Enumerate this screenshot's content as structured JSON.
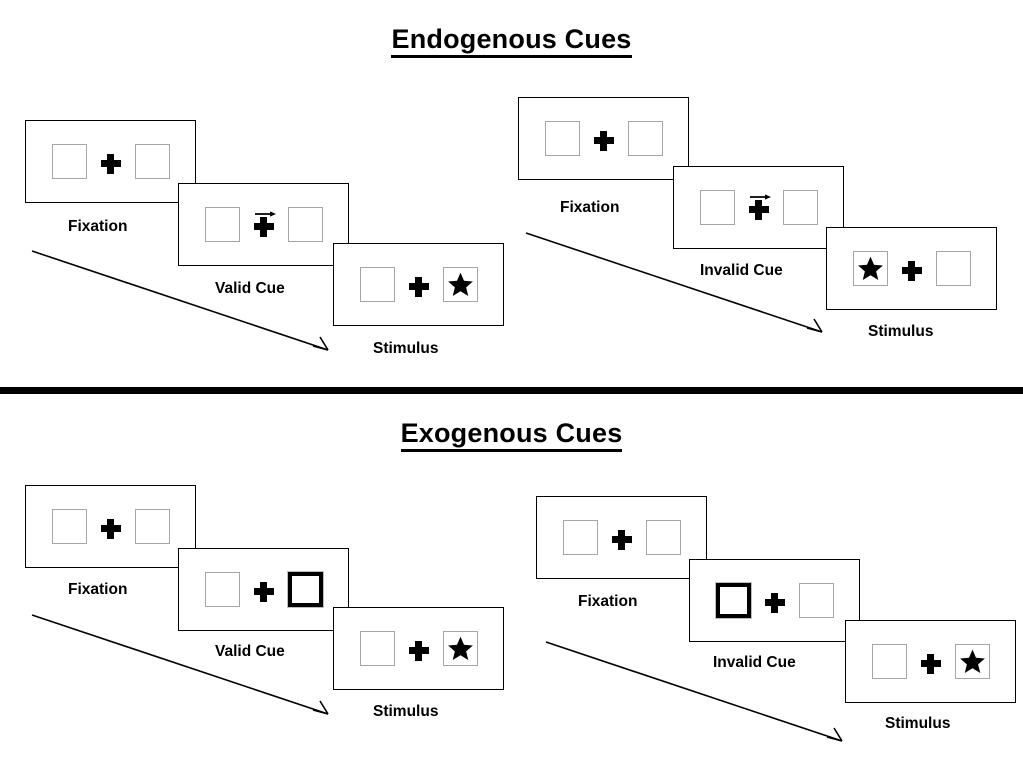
{
  "sections": [
    {
      "id": "endogenous",
      "title": "Endogenous Cues",
      "groups": [
        {
          "id": "endogenous-valid",
          "steps": [
            {
              "id": "fixation",
              "label": "Fixation",
              "left_content": "empty",
              "right_content": "empty",
              "cue": "none",
              "arrow": false
            },
            {
              "id": "cue",
              "label": "Valid Cue",
              "left_content": "empty",
              "right_content": "empty",
              "cue": "none",
              "arrow": true
            },
            {
              "id": "stimulus",
              "label": "Stimulus",
              "left_content": "empty",
              "right_content": "star",
              "cue": "none",
              "arrow": false
            }
          ]
        },
        {
          "id": "endogenous-invalid",
          "steps": [
            {
              "id": "fixation",
              "label": "Fixation",
              "left_content": "empty",
              "right_content": "empty",
              "cue": "none",
              "arrow": false
            },
            {
              "id": "cue",
              "label": "Invalid Cue",
              "left_content": "empty",
              "right_content": "empty",
              "cue": "none",
              "arrow": true
            },
            {
              "id": "stimulus",
              "label": "Stimulus",
              "left_content": "star",
              "right_content": "empty",
              "cue": "none",
              "arrow": false
            }
          ]
        }
      ]
    },
    {
      "id": "exogenous",
      "title": "Exogenous Cues",
      "groups": [
        {
          "id": "exogenous-valid",
          "steps": [
            {
              "id": "fixation",
              "label": "Fixation",
              "left_content": "empty",
              "right_content": "empty",
              "cue": "none",
              "arrow": false
            },
            {
              "id": "cue",
              "label": "Valid Cue",
              "left_content": "empty",
              "right_content": "empty",
              "cue": "right",
              "arrow": false
            },
            {
              "id": "stimulus",
              "label": "Stimulus",
              "left_content": "empty",
              "right_content": "star",
              "cue": "none",
              "arrow": false
            }
          ]
        },
        {
          "id": "exogenous-invalid",
          "steps": [
            {
              "id": "fixation",
              "label": "Fixation",
              "left_content": "empty",
              "right_content": "empty",
              "cue": "none",
              "arrow": false
            },
            {
              "id": "cue",
              "label": "Invalid Cue",
              "left_content": "empty",
              "right_content": "empty",
              "cue": "left",
              "arrow": false
            },
            {
              "id": "stimulus",
              "label": "Stimulus",
              "left_content": "empty",
              "right_content": "star",
              "cue": "none",
              "arrow": false
            }
          ]
        }
      ]
    }
  ],
  "icons": {
    "fixation_cross": "plus-cross-icon",
    "cue_arrow": "right-arrow-icon",
    "target": "star-icon",
    "flow": "diagonal-arrow-icon"
  },
  "colors": {
    "ink": "#000000",
    "background": "#ffffff",
    "box_border": "#a6a6a6",
    "cued_box_border": "#000000"
  }
}
